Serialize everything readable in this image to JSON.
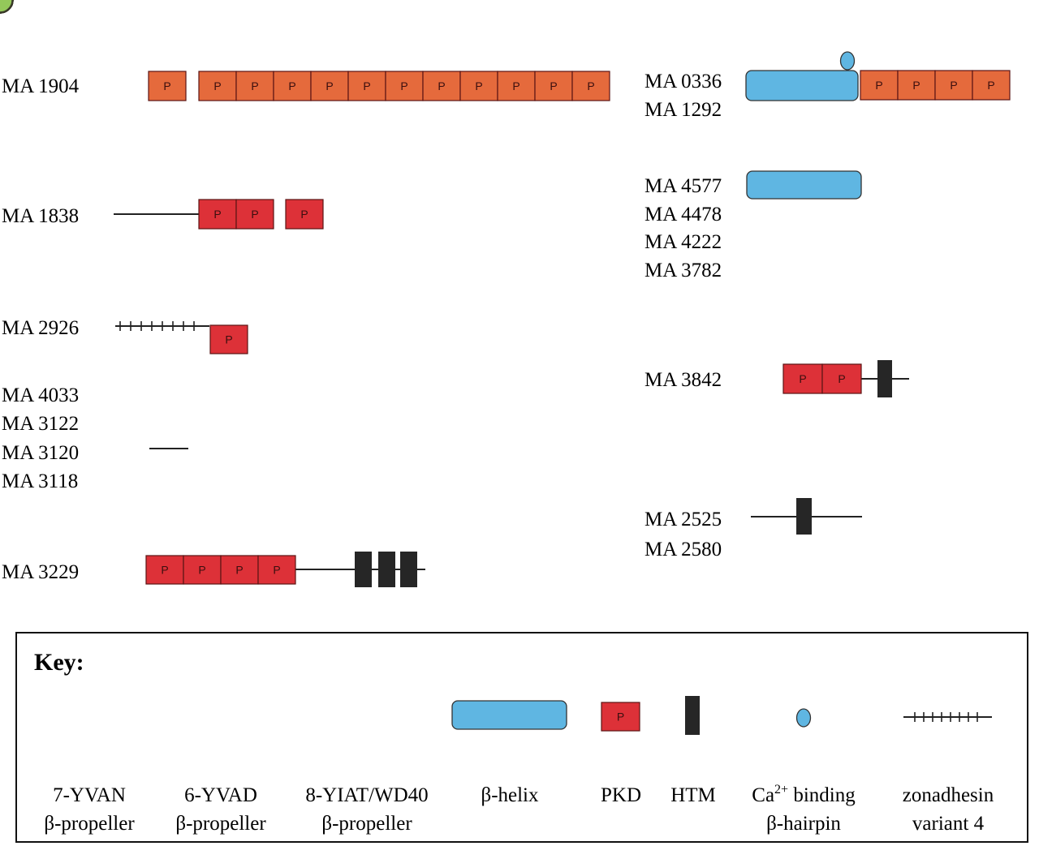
{
  "p_letter": "P",
  "colors": {
    "yvan7": "#f8ec6a",
    "yvad6": "#e08bc2",
    "yiat8": "#94c85a",
    "helix": "#5fb6e2",
    "pkd": "#dd3138",
    "pkd_orange": "#e56a3c",
    "htm": "#262626",
    "hairpin": "#5fb6e2"
  },
  "proteins": {
    "ma1904": [
      "MA 1904"
    ],
    "ma1838": [
      "MA 1838"
    ],
    "ma2926": [
      "MA 2926"
    ],
    "ma4033": [
      "MA 4033",
      "MA 3122",
      "MA 3120",
      "MA 3118"
    ],
    "ma3229": [
      "MA 3229"
    ],
    "ma0336": [
      "MA 0336",
      "MA 1292"
    ],
    "ma4577": [
      "MA 4577",
      "MA 4478",
      "MA 4222",
      "MA 3782"
    ],
    "ma3842": [
      "MA 3842"
    ],
    "ma2525": [
      "MA 2525",
      "MA 2580"
    ]
  },
  "key": {
    "title": "Key:",
    "items": [
      {
        "name": "7-YVAN",
        "line2": "β-propeller"
      },
      {
        "name": "6-YVAD",
        "line2": "β-propeller"
      },
      {
        "name": "8-YIAT/WD40",
        "line2": "β-propeller"
      },
      {
        "name": "β-helix",
        "line2": ""
      },
      {
        "name": "PKD",
        "line2": ""
      },
      {
        "name": "HTM",
        "line2": ""
      },
      {
        "name_main": "Ca",
        "name_sup": "2+",
        "name_rest": " binding",
        "line2": "β-hairpin"
      },
      {
        "name": "zonadhesin",
        "line2": "variant 4"
      }
    ]
  }
}
